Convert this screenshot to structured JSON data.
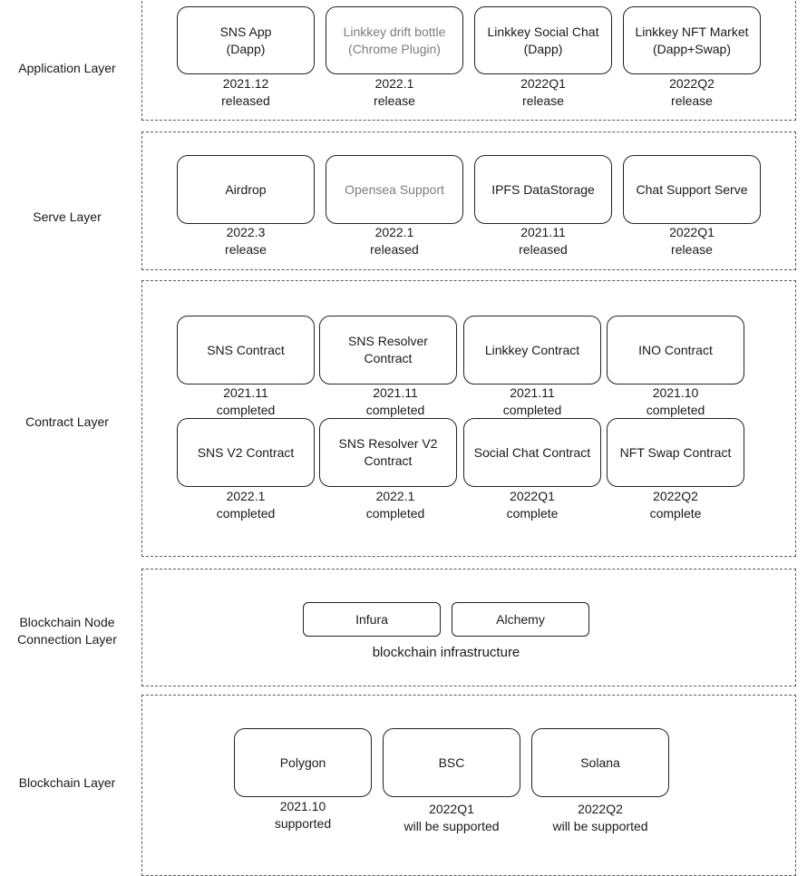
{
  "layers": {
    "application": {
      "label": "Application Layer",
      "nodes": [
        {
          "label": "SNS App\n(Dapp)",
          "date": "2021.12",
          "status": "released"
        },
        {
          "label": "Linkkey drift bottle\n(Chrome Plugin)",
          "date": "2022.1",
          "status": "release"
        },
        {
          "label": "Linkkey Social Chat\n(Dapp)",
          "date": "2022Q1",
          "status": "release"
        },
        {
          "label": "Linkkey NFT Market\n(Dapp+Swap)",
          "date": "2022Q2",
          "status": "release"
        }
      ]
    },
    "serve": {
      "label": "Serve Layer",
      "nodes": [
        {
          "label": "Airdrop",
          "date": "2022.3",
          "status": "release"
        },
        {
          "label": "Opensea Support",
          "date": "2022.1",
          "status": "released"
        },
        {
          "label": "IPFS DataStorage",
          "date": "2021.11",
          "status": "released"
        },
        {
          "label": "Chat Support Serve",
          "date": "2022Q1",
          "status": "release"
        }
      ]
    },
    "contract": {
      "label": "Contract Layer",
      "nodes": [
        {
          "label": "SNS Contract",
          "date": "2021.11",
          "status": "completed"
        },
        {
          "label": "SNS Resolver\nContract",
          "date": "2021.11",
          "status": "completed"
        },
        {
          "label": "Linkkey Contract",
          "date": "2021.11",
          "status": "completed"
        },
        {
          "label": "INO Contract",
          "date": "2021.10",
          "status": "completed"
        },
        {
          "label": "SNS V2 Contract",
          "date": "2022.1",
          "status": "completed"
        },
        {
          "label": "SNS Resolver V2\nContract",
          "date": "2022.1",
          "status": "completed"
        },
        {
          "label": "Social Chat Contract",
          "date": "2022Q1",
          "status": "complete"
        },
        {
          "label": "NFT Swap Contract",
          "date": "2022Q2",
          "status": "complete"
        }
      ]
    },
    "node_connection": {
      "label": "Blockchain Node\nConnection Layer",
      "nodes": [
        {
          "label": "Infura"
        },
        {
          "label": "Alchemy"
        }
      ],
      "caption": "blockchain infrastructure"
    },
    "blockchain": {
      "label": "Blockchain Layer",
      "nodes": [
        {
          "label": "Polygon",
          "date": "2021.10",
          "status": "supported"
        },
        {
          "label": "BSC",
          "date": "2022Q1",
          "status": "will be supported"
        },
        {
          "label": "Solana",
          "date": "2022Q2",
          "status": "will be supported"
        }
      ]
    }
  }
}
